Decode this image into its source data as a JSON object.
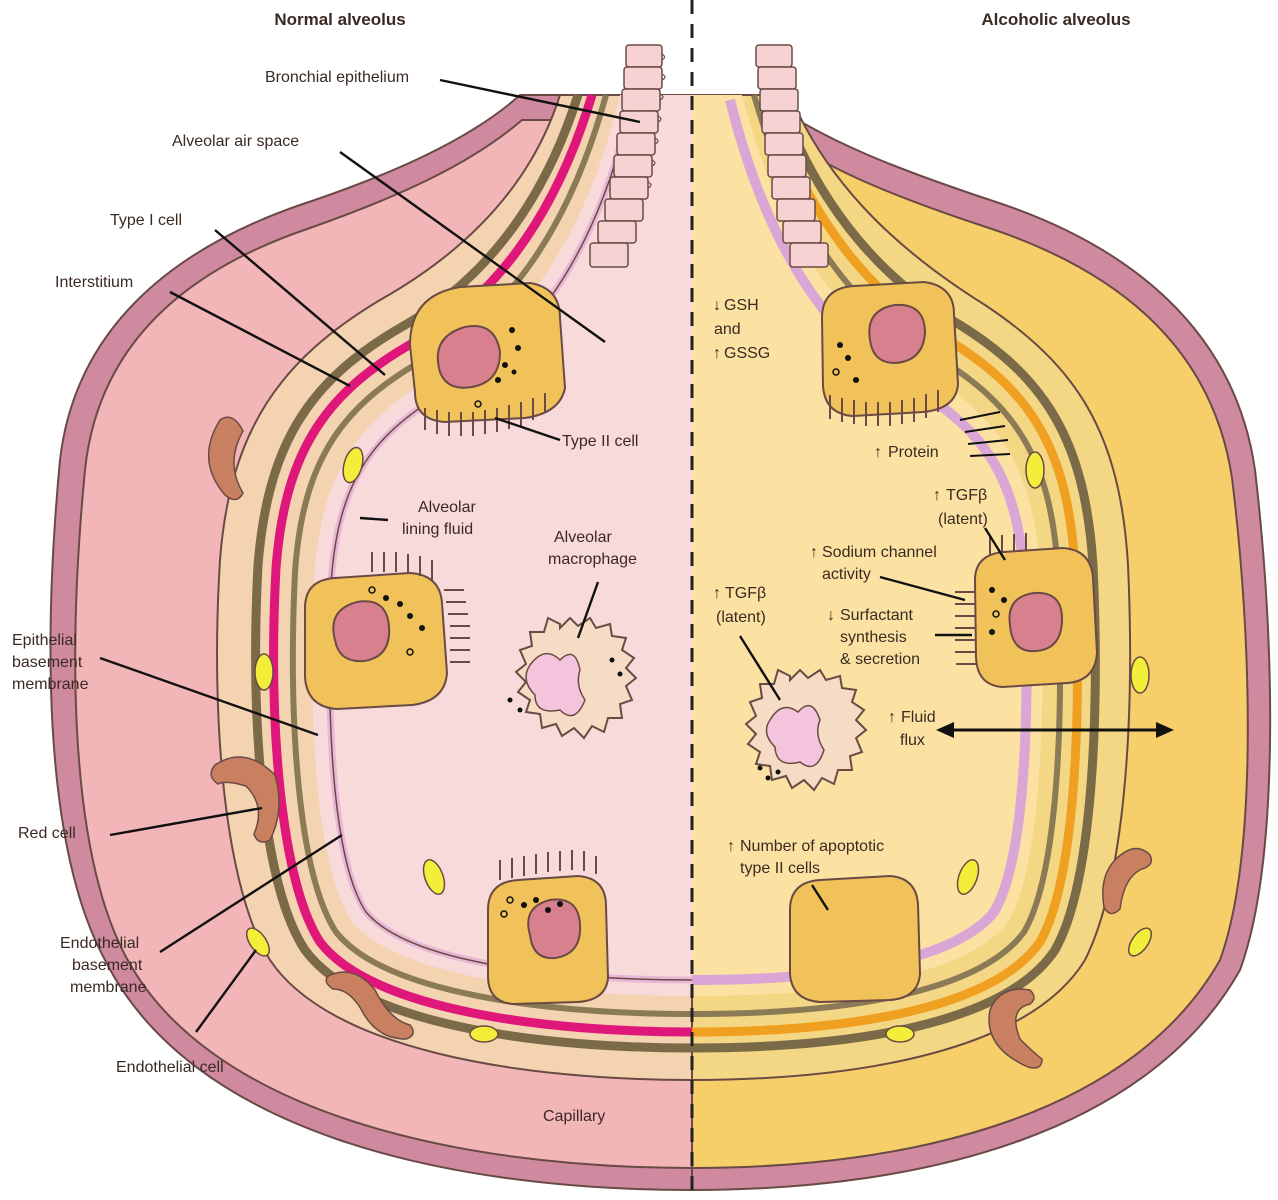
{
  "headers": {
    "normal": "Normal alveolus",
    "alcoholic": "Alcoholic alveolus"
  },
  "left_labels": {
    "bronchial_epithelium": "Bronchial epithelium",
    "alveolar_air_space": "Alveolar air space",
    "type_i_cell": "Type I cell",
    "interstitium": "Interstitium",
    "type_ii_cell": "Type II cell",
    "lining_fluid_1": "Alveolar",
    "lining_fluid_2": "lining fluid",
    "macrophage_1": "Alveolar",
    "macrophage_2": "macrophage",
    "epithelial_bm_1": "Epithelial",
    "epithelial_bm_2": "basement",
    "epithelial_bm_3": "membrane",
    "red_cell": "Red cell",
    "endothelial_bm_1": "Endothelial",
    "endothelial_bm_2": "basement",
    "endothelial_bm_3": "membrane",
    "endothelial_cell": "Endothelial cell",
    "capillary": "Capillary"
  },
  "right_labels": {
    "gsh": "GSH",
    "and": "and",
    "gssg": "GSSG",
    "protein": "Protein",
    "tgf_upper_1": "TGFβ",
    "tgf_upper_2": "(latent)",
    "sodium_1": "Sodium channel",
    "sodium_2": "activity",
    "surfactant_1": "Surfactant",
    "surfactant_2": "synthesis",
    "surfactant_3": "& secretion",
    "tgf_lower_1": "TGFβ",
    "tgf_lower_2": "(latent)",
    "fluid_1": "Fluid",
    "fluid_2": "flux",
    "apoptotic_1": "Number of apoptotic",
    "apoptotic_2": "type II cells"
  },
  "colors": {
    "normal_tissue": "#f2b5b8",
    "normal_space": "#f9dada",
    "alcoholic_tissue": "#f6cf6a",
    "alcoholic_space": "#fbe2a2",
    "epithelial_bm_normal": "#e0177a",
    "epithelial_bm_alcoholic": "#f0a020",
    "cell_fill": "#f2c25a",
    "nucleus": "#d9808f",
    "capillary_rim": "#c77a90"
  }
}
